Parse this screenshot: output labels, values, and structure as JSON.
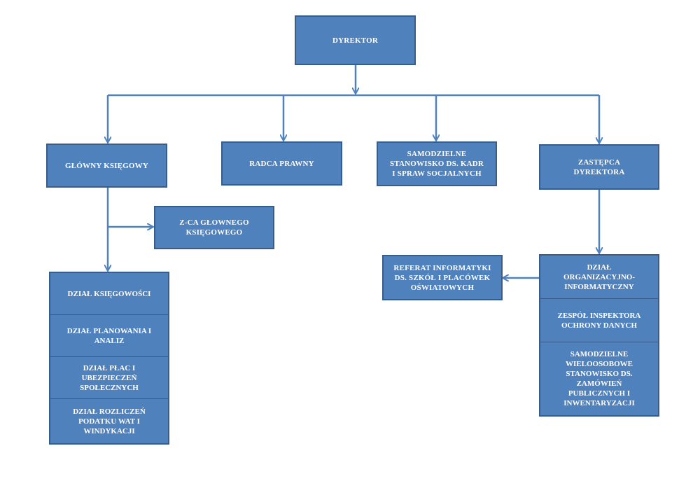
{
  "colors": {
    "box_fill": "#4f81bd",
    "box_border": "#385d8a",
    "connector": "#4f81bd",
    "text": "#ffffff"
  },
  "nodes": {
    "dyrektor": "DYREKTOR",
    "glowny_ksiegowy": "GŁÓWNY KSIĘGOWY",
    "radca_prawny": "RADCA PRAWNY",
    "samodzielne_kadr": "SAMODZIELNE\nSTANOWISKO DS. KADR\nI SPRAW SOCJALNYCH",
    "zastepca": "ZASTĘPCA\nDYREKTORA",
    "zca_glownego": "Z-CA GŁOWNEGO\nKSIĘGOWEGO",
    "referat_informatyki": "REFERAT INFORMATYKI\nDS. SZKÓŁ I PLACÓWEK\nOŚWIATOWYCH"
  },
  "left_stack": [
    "DZIAŁ KSIĘGOWOŚCI",
    "DZIAŁ PLANOWANIA I\nANALIZ",
    "DZIAŁ PŁAC I\nUBEZPIECZEŃ\nSPOŁECZNYCH",
    "DZIAŁ  ROZLICZEŃ\nPODATKU  WAT  I\nWINDYKACJI"
  ],
  "right_stack": [
    "DZIAŁ\nORGANIZACYJNO-\nINFORMATYCZNY",
    "ZESPÓŁ  INSPEKTORA\nOCHRONY  DANYCH",
    "SAMODZIELNE\nWIELOOSOBOWE\nSTANOWISKO DS.\nZAMÓWIEŃ\nPUBLICZNYCH I\nINWENTARYZACJI"
  ]
}
